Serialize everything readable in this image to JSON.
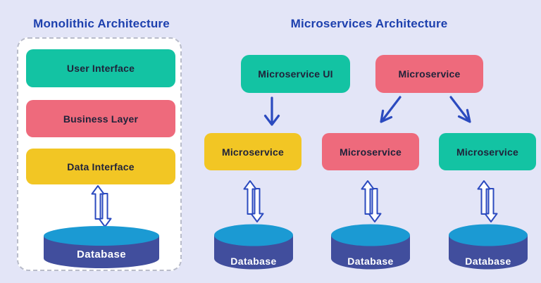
{
  "page": {
    "background": "#e3e5f7"
  },
  "colors": {
    "teal": "#13c3a3",
    "red": "#ee6a7c",
    "yellow": "#f2c624",
    "title_blue": "#1d40ae",
    "arrow_blue": "#2b4abf",
    "database_top": "#1b9ad3",
    "database_body": "#414e9d",
    "panel_border": "#b9bcca"
  },
  "monolithic": {
    "title": "Monolithic Architecture",
    "layers": [
      {
        "label": "User Interface",
        "color": "#13c3a3"
      },
      {
        "label": "Business Layer",
        "color": "#ee6a7c"
      },
      {
        "label": "Data Interface",
        "color": "#f2c624"
      }
    ],
    "database": {
      "label": "Database"
    }
  },
  "microservices": {
    "title": "Microservices Architecture",
    "gateway_row": [
      {
        "label": "Microservice UI",
        "color": "#13c3a3"
      },
      {
        "label": "Microservice",
        "color": "#ee6a7c"
      }
    ],
    "service_row": [
      {
        "label": "Microservice",
        "color": "#f2c624"
      },
      {
        "label": "Microservice",
        "color": "#ee6a7c"
      },
      {
        "label": "Microservice",
        "color": "#13c3a3"
      }
    ],
    "databases": [
      {
        "label": "Database"
      },
      {
        "label": "Database"
      },
      {
        "label": "Database"
      }
    ]
  }
}
